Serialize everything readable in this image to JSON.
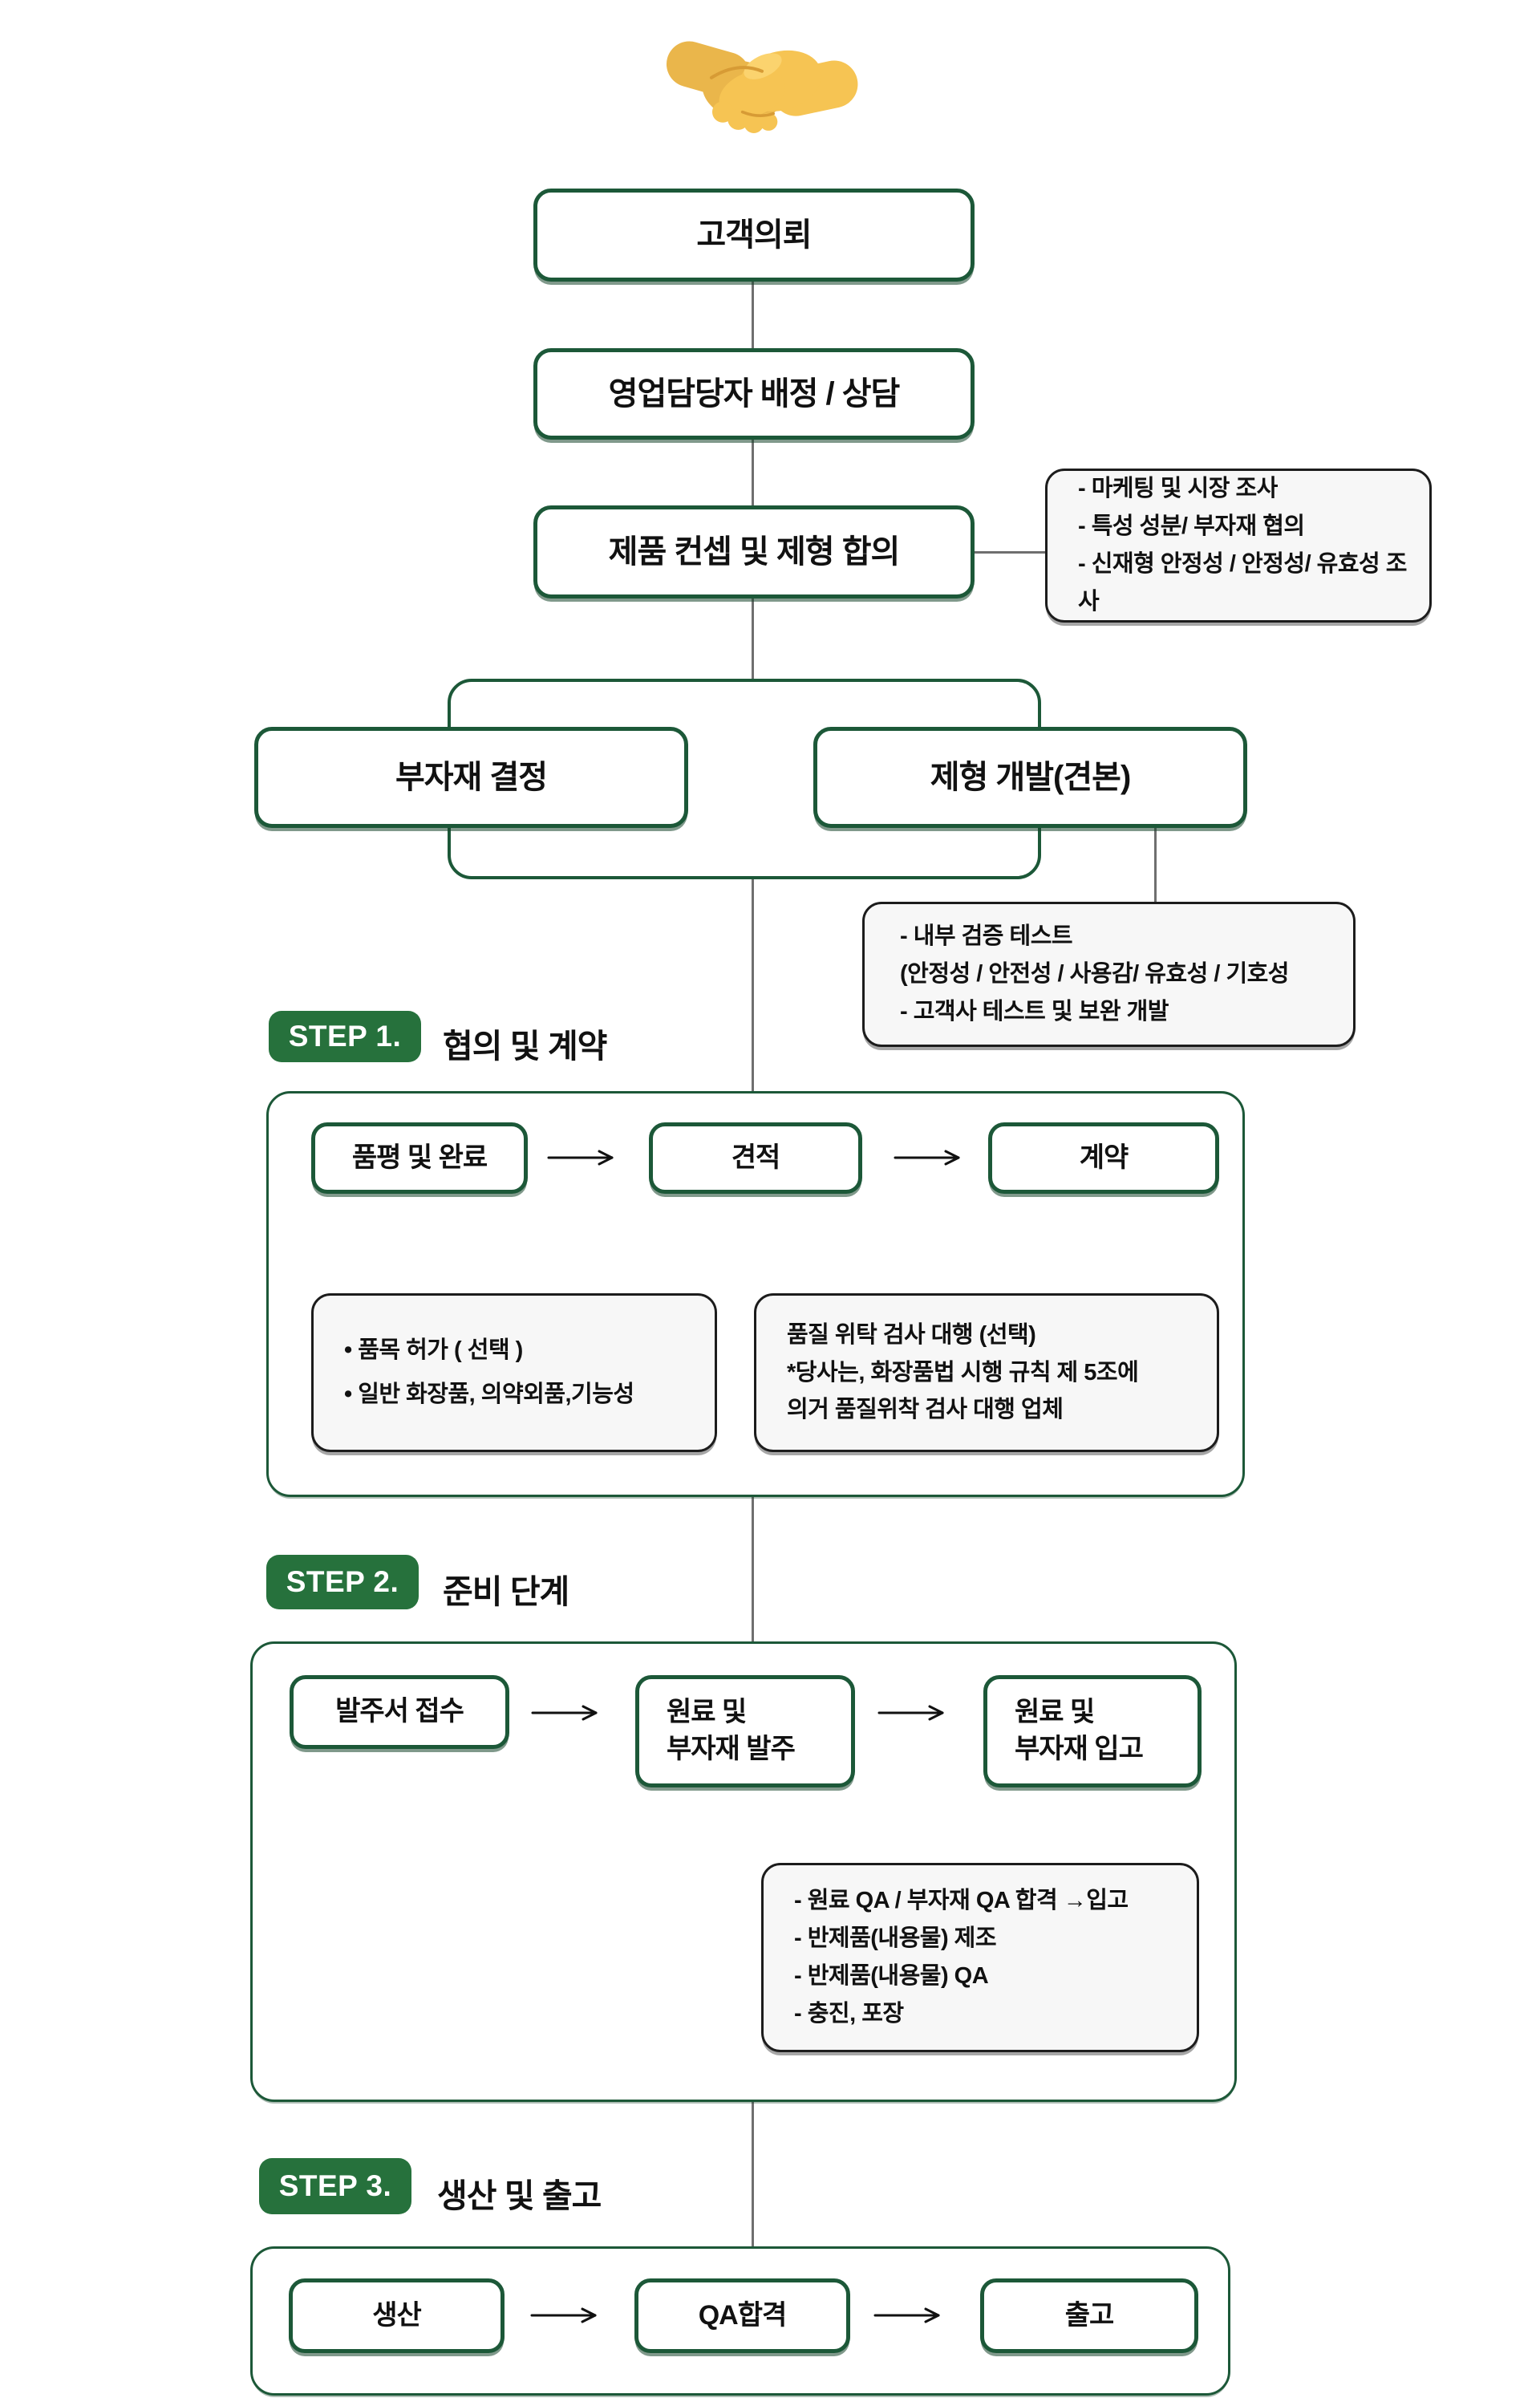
{
  "colors": {
    "box_border": "#1c5838",
    "badge_bg": "#26713c",
    "note_bg": "#f7f7f7",
    "note_border": "#1c1c1c",
    "line": "#6f6f6f",
    "text": "#111111"
  },
  "header": {
    "icon": "handshake-icon"
  },
  "flow": {
    "customer": "고객의뢰",
    "sales": "영업담당자 배정 / 상담",
    "concept": "제품 컨셉 및 제형 합의",
    "material": "부자재 결정",
    "formula": "제형 개발(견본)"
  },
  "notes": {
    "concept": [
      "- 마케팅 및 시장 조사",
      "- 특성 성분/ 부자재 협의",
      "- 신재형 안정성 / 안정성/ 유효성 조사"
    ],
    "formula": [
      "- 내부 검증 테스트",
      "(안정성 / 안전성 / 사용감/ 유효성 / 기호성",
      "- 고객사 테스트 및 보완 개발"
    ],
    "permit": [
      "•  품목 허가 ( 선택 )",
      "•  일반 화장품, 의약외품,기능성"
    ],
    "quality": [
      "품질 위탁 검사 대행 (선택)",
      "*당사는, 화장품법 시행 규칙 제 5조에",
      "의거 품질위착 검사 대행 업체"
    ],
    "inbound": [
      "- 원료 QA / 부자재 QA 합격  →입고",
      "- 반제품(내용물) 제조",
      "- 반제품(내용물) QA",
      "- 충진, 포장"
    ]
  },
  "step1": {
    "badge": "STEP 1.",
    "title": "협의 및 계약",
    "box1": "품평 및 완료",
    "box2": "견적",
    "box3": "계약"
  },
  "step2": {
    "badge": "STEP 2.",
    "title": "준비 단계",
    "box1": "발주서 접수",
    "box2": "원료 및\n부자재 발주",
    "box3": "원료 및\n부자재 입고"
  },
  "step3": {
    "badge": "STEP 3.",
    "title": "생산 및 출고",
    "box1": "생산",
    "box2": "QA합격",
    "box3": "출고"
  }
}
